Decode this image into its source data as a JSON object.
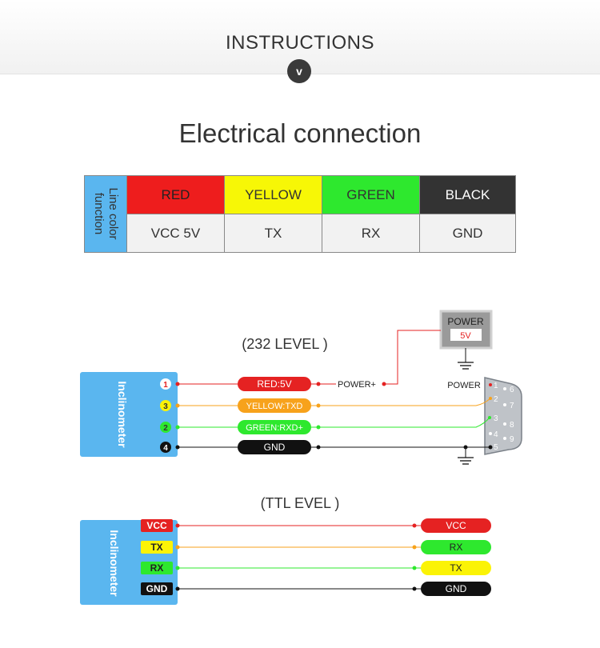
{
  "header": {
    "title": "INSTRUCTIONS",
    "chevron": "v"
  },
  "section_title": "Electrical connection",
  "table": {
    "label_line1": "Line color",
    "label_line2": "function",
    "columns": [
      {
        "color_name": "RED",
        "function": "VCC 5V",
        "bg": "#ee1d1d",
        "fg": "#222222"
      },
      {
        "color_name": "YELLOW",
        "function": "TX",
        "bg": "#f7f706",
        "fg": "#333333"
      },
      {
        "color_name": "GREEN",
        "function": "RX",
        "bg": "#2ee82e",
        "fg": "#333333"
      },
      {
        "color_name": "BLACK",
        "function": "GND",
        "bg": "#333333",
        "fg": "#ffffff"
      }
    ]
  },
  "diagram232": {
    "title": "(232 LEVEL )",
    "device": "Inclinometer",
    "power_box_title": "POWER",
    "power_box_value": "5V",
    "power_plus": "POWER+",
    "power_label": "POWER",
    "rows": [
      {
        "pin": "1",
        "label": "RED:5V"
      },
      {
        "pin": "3",
        "label": "YELLOW:TXD"
      },
      {
        "pin": "2",
        "label": "GREEN:RXD+"
      },
      {
        "pin": "4",
        "label": "GND"
      }
    ],
    "db9_pins": [
      "1",
      "2",
      "3",
      "4",
      "5",
      "6",
      "7",
      "8",
      "9"
    ]
  },
  "diagramTTL": {
    "title": "(TTL  EVEL )",
    "device": "Inclinometer",
    "left": [
      "VCC",
      "TX",
      "RX",
      "GND"
    ],
    "right": [
      "VCC",
      "RX",
      "TX",
      "GND"
    ]
  },
  "colors": {
    "red": "#ee1d1d",
    "yellow": "#fbf306",
    "green": "#2ee82e",
    "orange": "#f7a21b",
    "black": "#111111",
    "blue": "#5ab6ef",
    "gray": "#8e8e8e"
  }
}
